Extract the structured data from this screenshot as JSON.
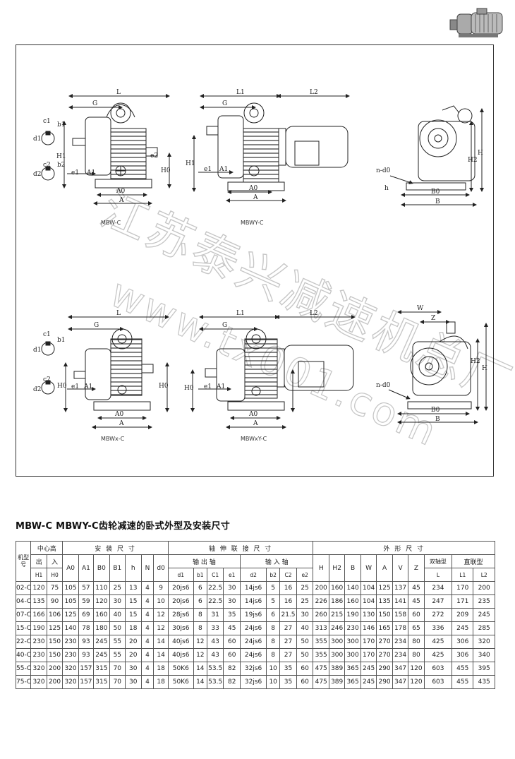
{
  "drawing": {
    "captions": [
      "MBW-C",
      "MBWY-C",
      "MBWx-C",
      "MBWxY-C"
    ],
    "dims": {
      "L": "L",
      "L1": "L1",
      "L2": "L2",
      "G": "G",
      "A": "A",
      "A0": "A0",
      "A1": "A1",
      "B": "B",
      "B0": "B0",
      "H": "H",
      "H0": "H0",
      "H1": "H1",
      "H2": "H2",
      "b1": "b1",
      "b2": "b2",
      "c1": "c1",
      "c2": "c2",
      "d1": "d1",
      "d2": "d2",
      "e1": "e1",
      "e2": "e2",
      "h": "h",
      "n_d0": "n-d0",
      "W": "W",
      "Z": "Z"
    }
  },
  "watermark": {
    "company": "江苏泰兴减速机总厂",
    "url": "www.tx001.com"
  },
  "title": "MBW-C MBWY-C齿轮减速的卧式外型及安装尺寸",
  "table": {
    "header_row1": {
      "model": "机型号",
      "center_height": "中心高",
      "install": "安 装 尺 寸",
      "shaft": "轴 伸 联 接 尺 寸",
      "outline": "外 形 尺 寸"
    },
    "header_row2": {
      "out": "出",
      "in": "入",
      "A0": "A0",
      "A1": "A1",
      "B0": "B0",
      "B1": "B1",
      "h": "h",
      "N": "N",
      "d0": "d0",
      "out_shaft": "输 出 轴",
      "in_shaft": "输 入 轴",
      "H": "H",
      "H2": "H2",
      "B": "B",
      "W": "W",
      "A": "A",
      "V": "V",
      "Z": "Z",
      "double": "双轴型",
      "direct": "直联型"
    },
    "header_row3": {
      "H1": "H1",
      "H0": "H0",
      "d1": "d1",
      "b1": "b1",
      "C1": "C1",
      "e1": "e1",
      "d2": "d2",
      "b2": "b2",
      "C2": "C2",
      "e2": "e2",
      "L": "L",
      "L1": "L1",
      "L2": "L2"
    },
    "rows": [
      [
        "02-C",
        "120",
        "75",
        "105",
        "57",
        "110",
        "25",
        "13",
        "4",
        "9",
        "20js6",
        "6",
        "22.5",
        "30",
        "14js6",
        "5",
        "16",
        "25",
        "200",
        "160",
        "140",
        "104",
        "125",
        "137",
        "45",
        "234",
        "170",
        "200"
      ],
      [
        "04-C",
        "135",
        "90",
        "105",
        "59",
        "120",
        "30",
        "15",
        "4",
        "10",
        "20js6",
        "6",
        "22.5",
        "30",
        "14js6",
        "5",
        "16",
        "25",
        "226",
        "186",
        "160",
        "104",
        "135",
        "141",
        "45",
        "247",
        "171",
        "235"
      ],
      [
        "07-C",
        "166",
        "106",
        "125",
        "69",
        "160",
        "40",
        "15",
        "4",
        "12",
        "28js6",
        "8",
        "31",
        "35",
        "19js6",
        "6",
        "21.5",
        "30",
        "260",
        "215",
        "190",
        "130",
        "150",
        "158",
        "60",
        "272",
        "209",
        "245"
      ],
      [
        "15-C",
        "190",
        "125",
        "140",
        "78",
        "180",
        "50",
        "18",
        "4",
        "12",
        "30js6",
        "8",
        "33",
        "45",
        "24js6",
        "8",
        "27",
        "40",
        "313",
        "246",
        "230",
        "146",
        "165",
        "178",
        "65",
        "336",
        "245",
        "285"
      ],
      [
        "22-C",
        "230",
        "150",
        "230",
        "93",
        "245",
        "55",
        "20",
        "4",
        "14",
        "40js6",
        "12",
        "43",
        "60",
        "24js6",
        "8",
        "27",
        "50",
        "355",
        "300",
        "300",
        "170",
        "270",
        "234",
        "80",
        "425",
        "306",
        "320"
      ],
      [
        "40-C",
        "230",
        "150",
        "230",
        "93",
        "245",
        "55",
        "20",
        "4",
        "14",
        "40js6",
        "12",
        "43",
        "60",
        "24js6",
        "8",
        "27",
        "50",
        "355",
        "300",
        "300",
        "170",
        "270",
        "234",
        "80",
        "425",
        "306",
        "340"
      ],
      [
        "55-C",
        "320",
        "200",
        "320",
        "157",
        "315",
        "70",
        "30",
        "4",
        "18",
        "50K6",
        "14",
        "53.5",
        "82",
        "32js6",
        "10",
        "35",
        "60",
        "475",
        "389",
        "365",
        "245",
        "290",
        "347",
        "120",
        "603",
        "455",
        "395"
      ],
      [
        "75-C",
        "320",
        "200",
        "320",
        "157",
        "315",
        "70",
        "30",
        "4",
        "18",
        "50K6",
        "14",
        "53.5",
        "82",
        "32js6",
        "10",
        "35",
        "60",
        "475",
        "389",
        "365",
        "245",
        "290",
        "347",
        "120",
        "603",
        "455",
        "435"
      ]
    ]
  }
}
